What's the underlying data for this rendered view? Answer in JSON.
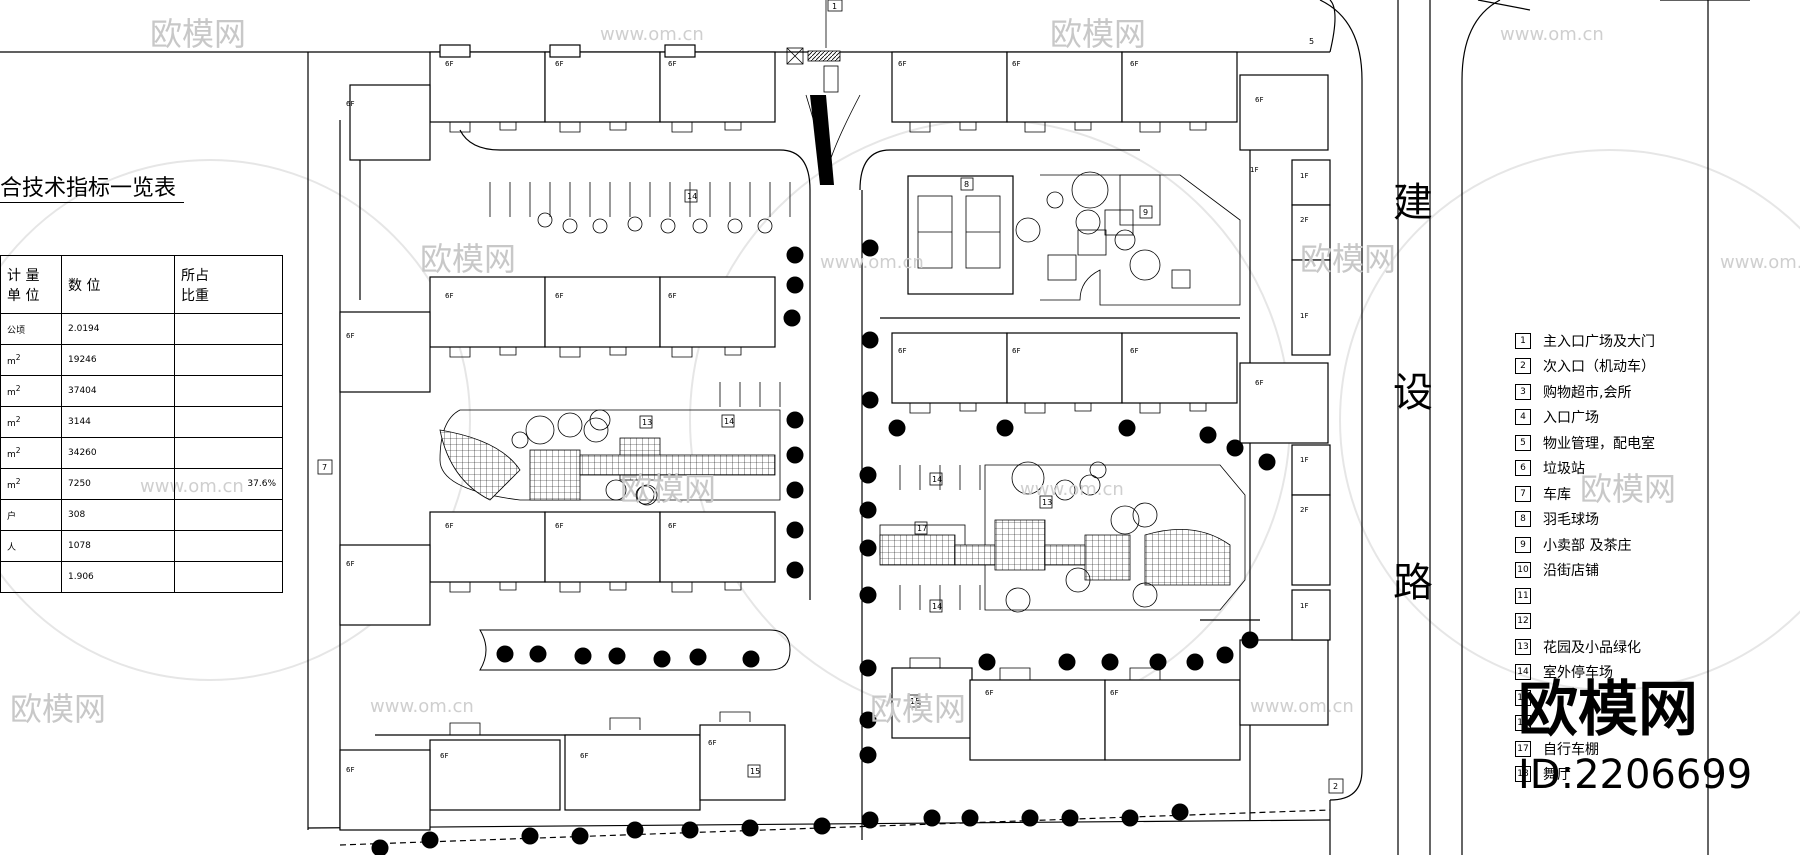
{
  "table": {
    "title": "合技术指标一览表",
    "header": {
      "unit": "计 量\n单 位",
      "value": "数 位",
      "ratio": "所占\n比重"
    },
    "rows": [
      {
        "unit": "公顷",
        "sup": "",
        "value": "2.0194",
        "ratio": ""
      },
      {
        "unit": "m",
        "sup": "2",
        "value": "19246",
        "ratio": ""
      },
      {
        "unit": "m",
        "sup": "2",
        "value": "37404",
        "ratio": ""
      },
      {
        "unit": "m",
        "sup": "2",
        "value": "3144",
        "ratio": ""
      },
      {
        "unit": "m",
        "sup": "2",
        "value": "34260",
        "ratio": ""
      },
      {
        "unit": "m",
        "sup": "2",
        "value": "7250",
        "ratio": "37.6%"
      },
      {
        "unit": "户",
        "sup": "",
        "value": "308",
        "ratio": ""
      },
      {
        "unit": "人",
        "sup": "",
        "value": "1078",
        "ratio": ""
      },
      {
        "unit": "",
        "sup": "",
        "value": "1.906",
        "ratio": ""
      }
    ]
  },
  "road": {
    "chars": [
      "建",
      "设",
      "路"
    ]
  },
  "legend": [
    {
      "num": "1",
      "label": "主入口广场及大门"
    },
    {
      "num": "2",
      "label": "次入口（机动车）"
    },
    {
      "num": "3",
      "label": "购物超市,会所"
    },
    {
      "num": "4",
      "label": "入口广场"
    },
    {
      "num": "5",
      "label": "物业管理，配电室"
    },
    {
      "num": "6",
      "label": "垃圾站"
    },
    {
      "num": "7",
      "label": "车库"
    },
    {
      "num": "8",
      "label": "羽毛球场"
    },
    {
      "num": "9",
      "label": "小卖部  及茶庄"
    },
    {
      "num": "10",
      "label": "沿街店铺"
    },
    {
      "num": "11",
      "label": ""
    },
    {
      "num": "12",
      "label": ""
    },
    {
      "num": "13",
      "label": "花园及小品绿化"
    },
    {
      "num": "14",
      "label": "室外停车场"
    },
    {
      "num": "15",
      "label": ""
    },
    {
      "num": "16",
      "label": ""
    },
    {
      "num": "17",
      "label": "自行车棚"
    },
    {
      "num": "18",
      "label": "舞厅"
    }
  ],
  "watermark": {
    "brand": "欧模网",
    "site": "www.om.cn",
    "id": "ID:2206699"
  },
  "floor_labels": {
    "six": "6F",
    "one": "1F",
    "two": "2F"
  },
  "map_numbers": [
    "1",
    "2",
    "5",
    "7",
    "8",
    "9",
    "13",
    "14",
    "15",
    "17"
  ]
}
